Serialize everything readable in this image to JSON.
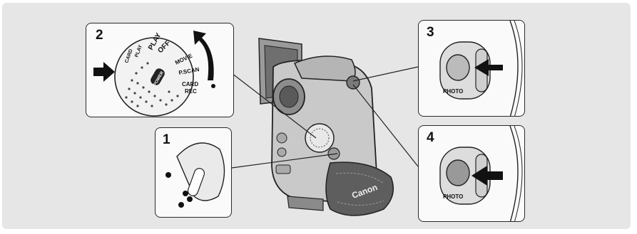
{
  "steps": [
    {
      "number": "2",
      "dial_labels": [
        "OFF",
        "PLAY",
        "MOVIE",
        "P.SCAN",
        "CARD",
        "REC",
        "CARD",
        "PLAY",
        "POWER"
      ]
    },
    {
      "number": "3",
      "button_label": "PHOTO"
    },
    {
      "number": "1"
    },
    {
      "number": "4",
      "button_label": "PHOTO"
    }
  ],
  "camera": {
    "brand_text": "Canon"
  },
  "colors": {
    "background": "#e6e6e6",
    "panel": "#fafafa",
    "line": "#2a2a2a"
  }
}
